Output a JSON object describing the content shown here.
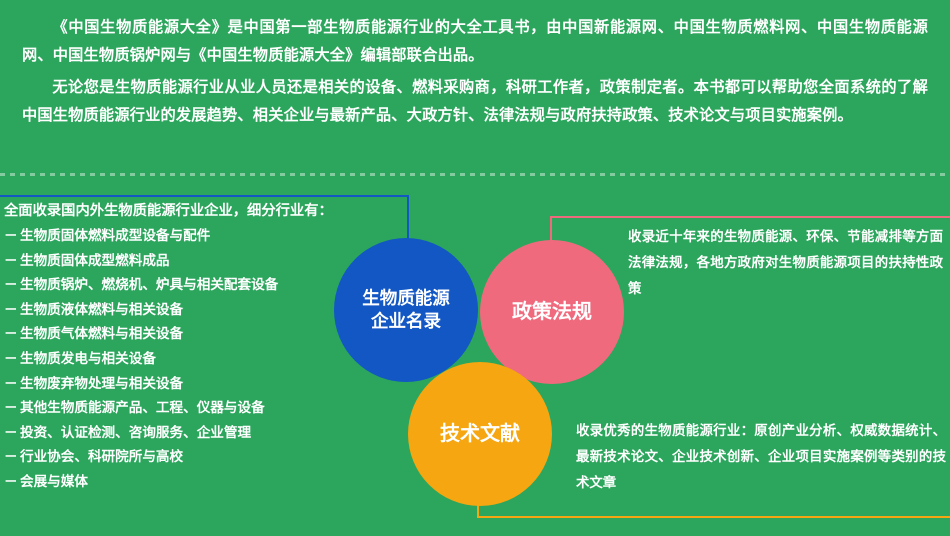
{
  "page": {
    "background_color": "#2BA65C",
    "text_color": "#ffffff"
  },
  "intro": {
    "paragraph_1": "《中国生物质能源大全》是中国第一部生物质能源行业的大全工具书，由中国新能源网、中国生物质燃料网、中国生物质能源网、中国生物质锅炉网与《中国生物质能源大全》编辑部联合出品。",
    "paragraph_2": "无论您是生物质能源行业从业人员还是相关的设备、燃料采购商，科研工作者，政策制定者。本书都可以帮助您全面系统的了解中国生物质能源行业的发展趋势、相关企业与最新产品、大政方针、法律法规与政府扶持政策、技术论文与项目实施案例。"
  },
  "enterprise_panel": {
    "heading": "全面收录国内外生物质能源行业企业，细分行业有：",
    "bullet_marker": "－",
    "items": [
      "生物质固体燃料成型设备与配件",
      "生物质固体成型燃料成品",
      "生物质锅炉、燃烧机、炉具与相关配套设备",
      "生物质液体燃料与相关设备",
      "生物质气体燃料与相关设备",
      "生物质发电与相关设备",
      "生物废弃物处理与相关设备",
      "其他生物质能源产品、工程、仪器与设备",
      "投资、认证检测、咨询服务、企业管理",
      "行业协会、科研院所与高校",
      "会展与媒体"
    ]
  },
  "bubbles": {
    "enterprise": {
      "line_1": "生物质能源",
      "line_2": "企业名录",
      "color": "#1257C4"
    },
    "policy": {
      "label": "政策法规",
      "color": "#F06A7E"
    },
    "technical": {
      "label": "技术文献",
      "color": "#F5A611"
    }
  },
  "descriptions": {
    "policy": "收录近十年来的生物质能源、环保、节能减排等方面法律法规，各地方政府对生物质能源项目的扶持性政策",
    "technical": "收录优秀的生物质能源行业：原创产业分析、权威数据统计、最新技术论文、企业技术创新、企业项目实施案例等类别的技术文章"
  },
  "connectors": {
    "enterprise_color": "#1257C4",
    "policy_color": "#F06A7E",
    "technical_color": "#F5A611"
  }
}
